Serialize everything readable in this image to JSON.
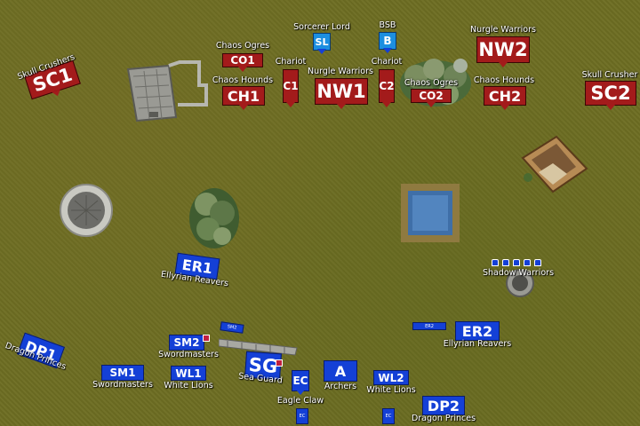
{
  "game": {
    "title": "",
    "armies": {
      "chaos": {
        "color": "#a31b1b",
        "units": [
          {
            "id": "SC1",
            "name": "Skull Crushers"
          },
          {
            "id": "CO1",
            "name": "Chaos Ogres"
          },
          {
            "id": "CH1",
            "name": "Chaos Hounds"
          },
          {
            "id": "C1",
            "name": "Chariot"
          },
          {
            "id": "SL",
            "name": "Sorcerer Lord"
          },
          {
            "id": "NW1",
            "name": "Nurgle Warriors"
          },
          {
            "id": "BSB",
            "name": "BSB"
          },
          {
            "id": "C2",
            "name": "Chariot"
          },
          {
            "id": "CO2",
            "name": "Chaos Ogres"
          },
          {
            "id": "NW2",
            "name": "Nurgle Warriors"
          },
          {
            "id": "CH2",
            "name": "Chaos Hounds"
          },
          {
            "id": "SC2",
            "name": "Skull Crusher"
          }
        ]
      },
      "high_elves": {
        "color": "#1440d6",
        "units": [
          {
            "id": "ER1",
            "name": "Ellyrian Reavers"
          },
          {
            "id": "",
            "name": "Shadow Warriors"
          },
          {
            "id": "ER2",
            "name": "Ellyrian Reavers"
          },
          {
            "id": "DP1",
            "name": "Dragon Princes"
          },
          {
            "id": "SM2",
            "name": "Swordmasters"
          },
          {
            "id": "SM1",
            "name": "Swordmasters"
          },
          {
            "id": "WL1",
            "name": "White Lions"
          },
          {
            "id": "SG",
            "name": "Sea Guard"
          },
          {
            "id": "EC",
            "name": "Eagle Claw"
          },
          {
            "id": "A",
            "name": "Archers"
          },
          {
            "id": "WL2",
            "name": "White Lions"
          },
          {
            "id": "DP2",
            "name": "Dragon Princes"
          }
        ]
      }
    },
    "icons": {
      "bsb_banner": "banner-icon",
      "shadow_warriors": "infantry-icon"
    }
  }
}
